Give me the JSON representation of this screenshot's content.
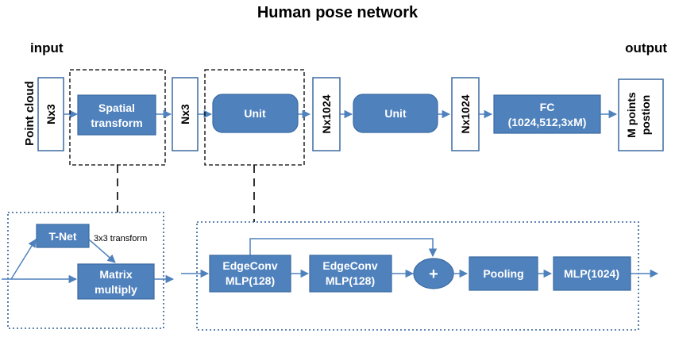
{
  "title": "Human pose network",
  "labels": {
    "input": "input",
    "output": "output",
    "point_cloud": "Point cloud",
    "transform_note": "3x3 transform"
  },
  "top_row": {
    "nx3_a": "Nx3",
    "spatial_transform": [
      "Spatial",
      "transform"
    ],
    "nx3_b": "Nx3",
    "unit_a": "Unit",
    "nx1024_a": "Nx1024",
    "unit_b": "Unit",
    "nx1024_b": "Nx1024",
    "fc": [
      "FC",
      "(1024,512,3xM)"
    ],
    "output_box": [
      "M points",
      "postion"
    ]
  },
  "transform_detail": {
    "tnet": "T-Net",
    "matrix": [
      "Matrix",
      "multiply"
    ]
  },
  "unit_detail": {
    "edgeconv_a": [
      "EdgeConv",
      "MLP(128)"
    ],
    "edgeconv_b": [
      "EdgeConv",
      "MLP(128)"
    ],
    "plus": "+",
    "pooling": "Pooling",
    "mlp": "MLP(1024)"
  },
  "colors": {
    "block_fill": "#4f81bd",
    "block_border": "#3a6aa0",
    "arrow": "#4f81bd"
  }
}
